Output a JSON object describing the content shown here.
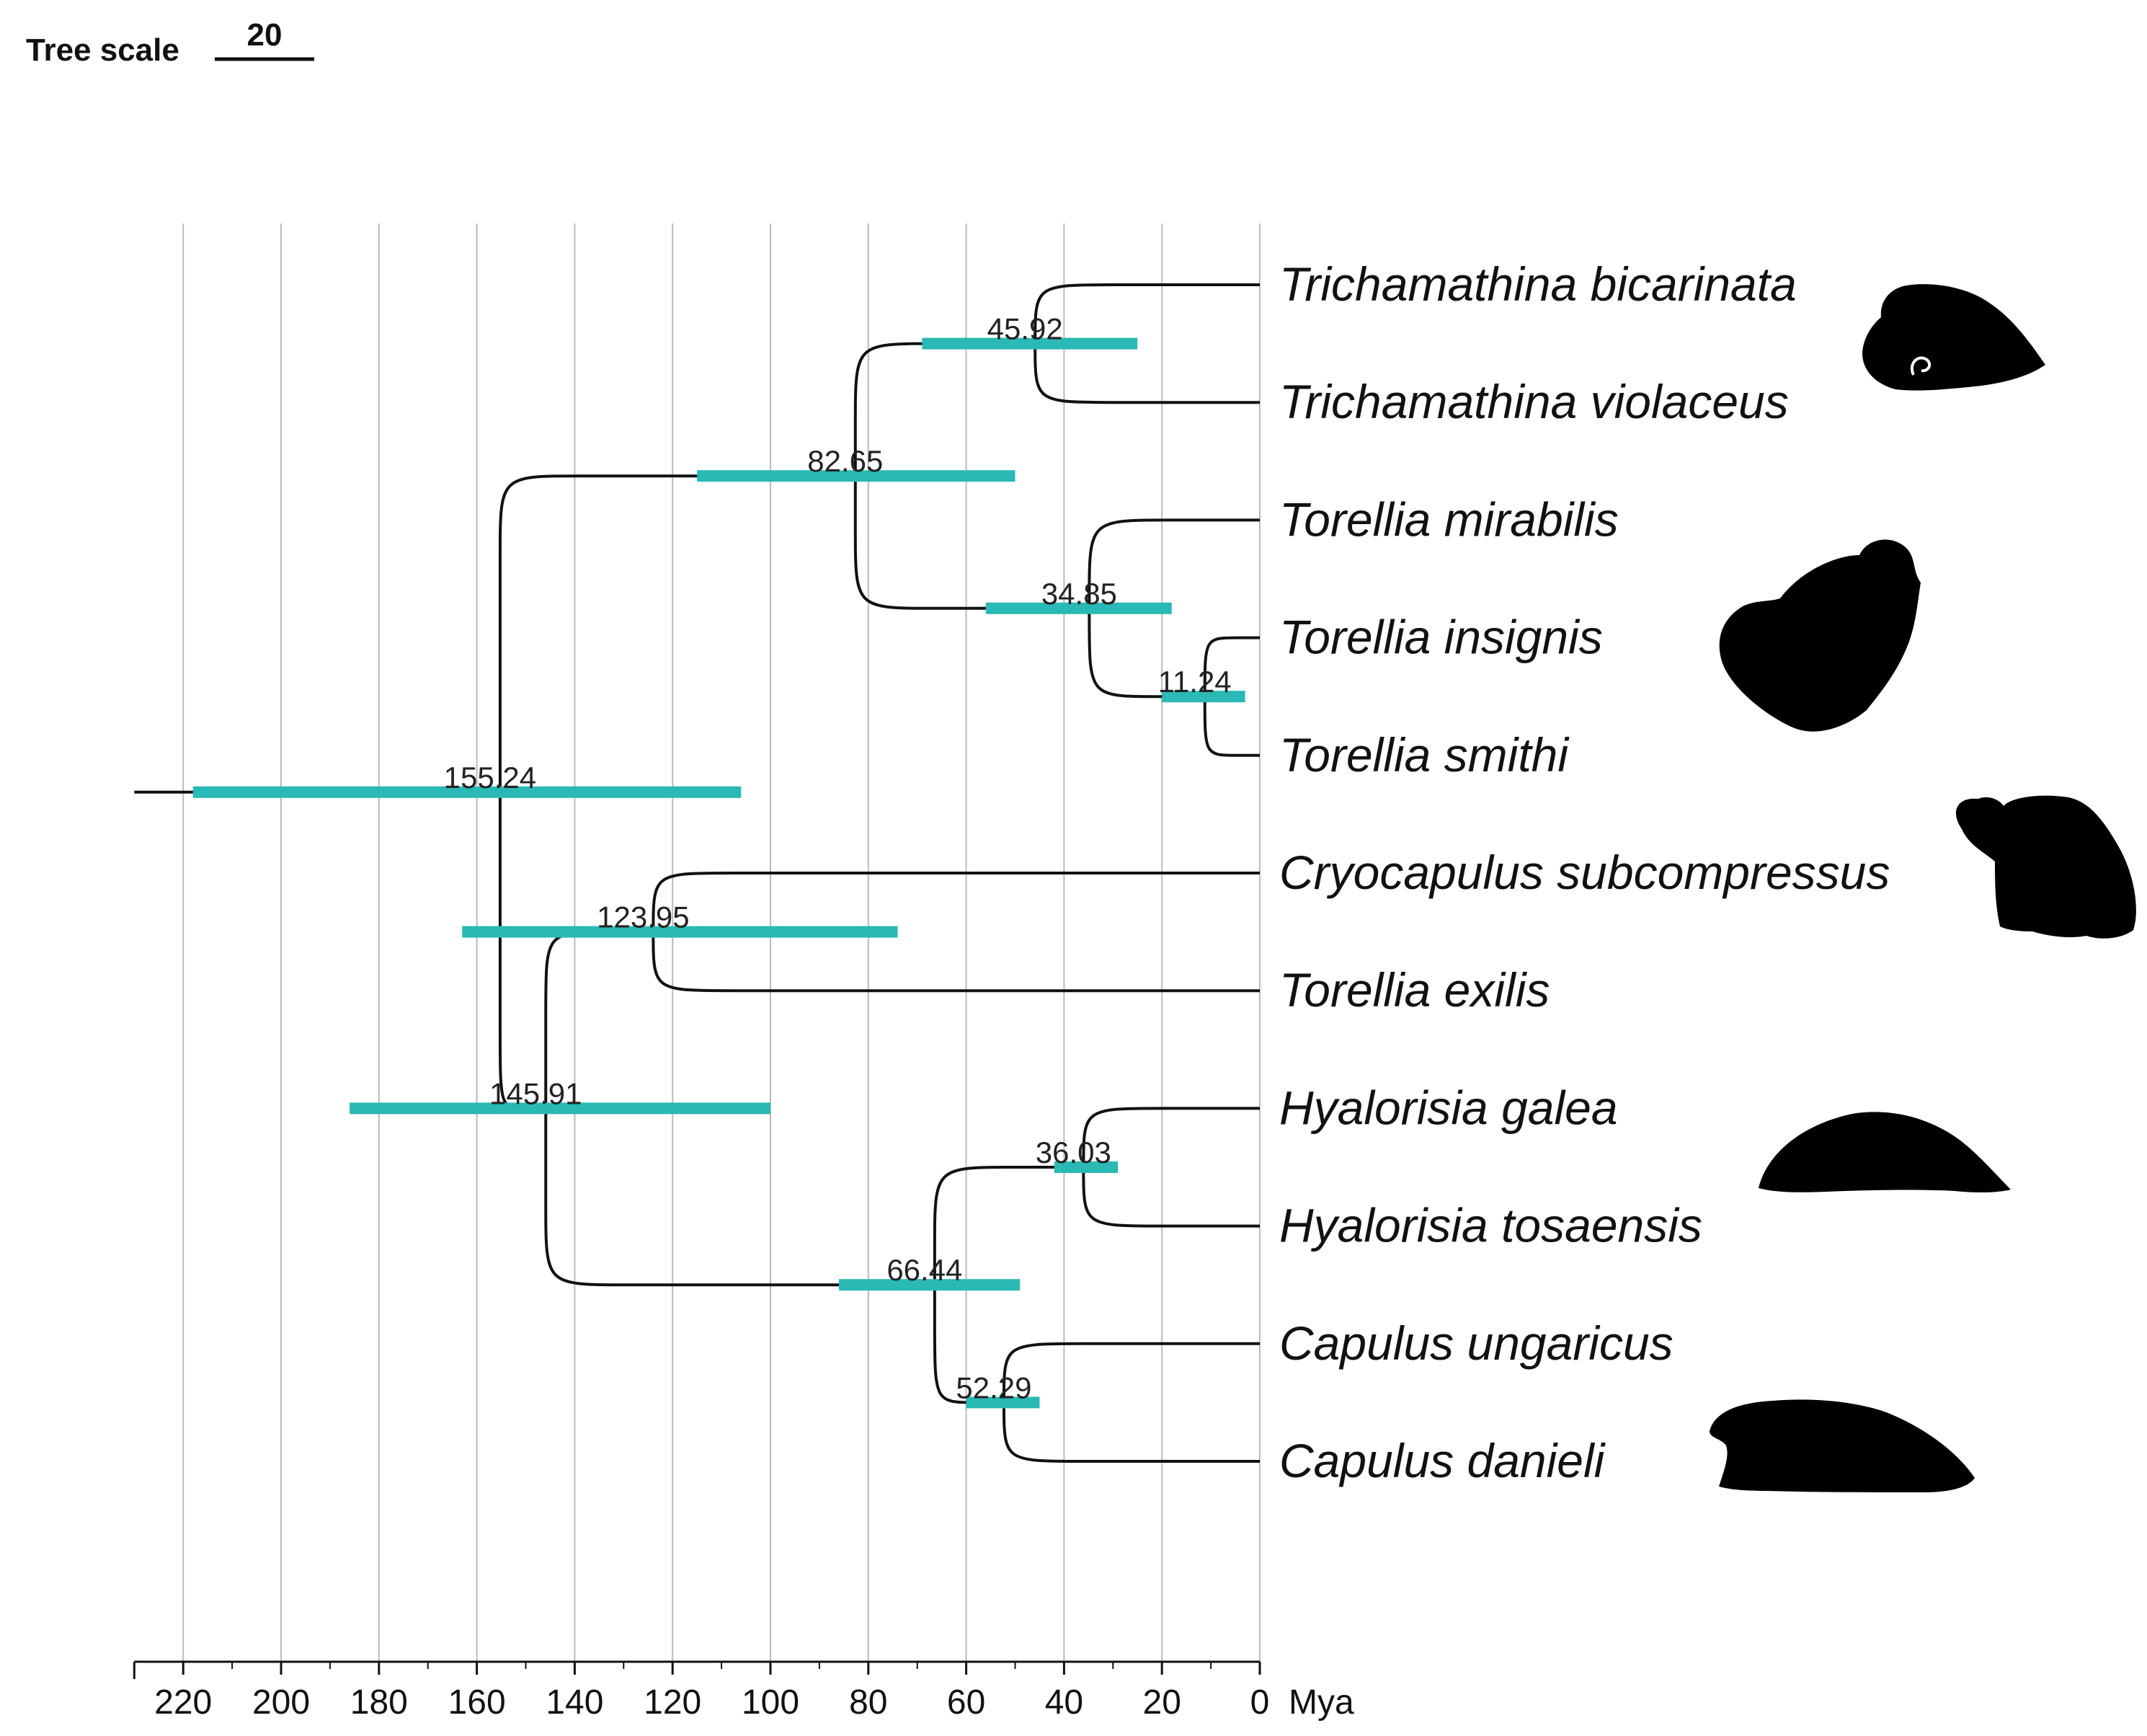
{
  "tree_scale": {
    "label": "Tree scale",
    "value": "20"
  },
  "axis": {
    "unit": "Mya",
    "min": 0,
    "max": 230,
    "ticks": [
      220,
      200,
      180,
      160,
      140,
      120,
      100,
      80,
      60,
      40,
      20,
      0
    ]
  },
  "colors": {
    "hpd_bar": "#2ab9b5",
    "branch": "#111111",
    "grid": "#bbbbbb",
    "silhouette": "#000000"
  },
  "taxa": [
    "Trichamathina bicarinata",
    "Trichamathina violaceus",
    "Torellia mirabilis",
    "Torellia insignis",
    "Torellia smithi",
    "Cryocapulus subcompressus",
    "Torellia exilis",
    "Hyalorisia galea",
    "Hyalorisia tosaensis",
    "Capulus ungaricus",
    "Capulus danieli"
  ],
  "root": {
    "age": 230
  },
  "nodes": [
    {
      "id": "n155",
      "label": "155.24",
      "age": 155.24,
      "hpd": [
        218,
        106
      ],
      "children": [
        "n82",
        "n145"
      ]
    },
    {
      "id": "n82",
      "label": "82.65",
      "age": 82.65,
      "hpd": [
        115,
        50
      ],
      "children": [
        "n45",
        "n34"
      ]
    },
    {
      "id": "n45",
      "label": "45.92",
      "age": 45.92,
      "hpd": [
        69,
        25
      ],
      "children": [
        "Trichamathina bicarinata",
        "Trichamathina violaceus"
      ]
    },
    {
      "id": "n34",
      "label": "34.85",
      "age": 34.85,
      "hpd": [
        56,
        18
      ],
      "children": [
        "Torellia mirabilis",
        "n11"
      ]
    },
    {
      "id": "n11",
      "label": "11.24",
      "age": 11.24,
      "hpd": [
        20,
        3
      ],
      "children": [
        "Torellia insignis",
        "Torellia smithi"
      ]
    },
    {
      "id": "n145",
      "label": "145.91",
      "age": 145.91,
      "hpd": [
        186,
        100
      ],
      "children": [
        "n123",
        "n66"
      ]
    },
    {
      "id": "n123",
      "label": "123.95",
      "age": 123.95,
      "hpd": [
        163,
        74
      ],
      "children": [
        "Cryocapulus subcompressus",
        "Torellia exilis"
      ]
    },
    {
      "id": "n66",
      "label": "66.44",
      "age": 66.44,
      "hpd": [
        86,
        49
      ],
      "children": [
        "n36",
        "n52"
      ]
    },
    {
      "id": "n36",
      "label": "36.03",
      "age": 36.03,
      "hpd": [
        42,
        29
      ],
      "children": [
        "Hyalorisia galea",
        "Hyalorisia tosaensis"
      ]
    },
    {
      "id": "n52",
      "label": "52.29",
      "age": 52.29,
      "hpd": [
        60,
        45
      ],
      "children": [
        "Capulus ungaricus",
        "Capulus danieli"
      ]
    }
  ],
  "silhouettes": [
    {
      "name": "trichamathina-shell-icon"
    },
    {
      "name": "torellia-shell-icon"
    },
    {
      "name": "cryocapulus-shell-icon"
    },
    {
      "name": "hyalorisia-shell-icon"
    },
    {
      "name": "capulus-shell-icon"
    }
  ]
}
